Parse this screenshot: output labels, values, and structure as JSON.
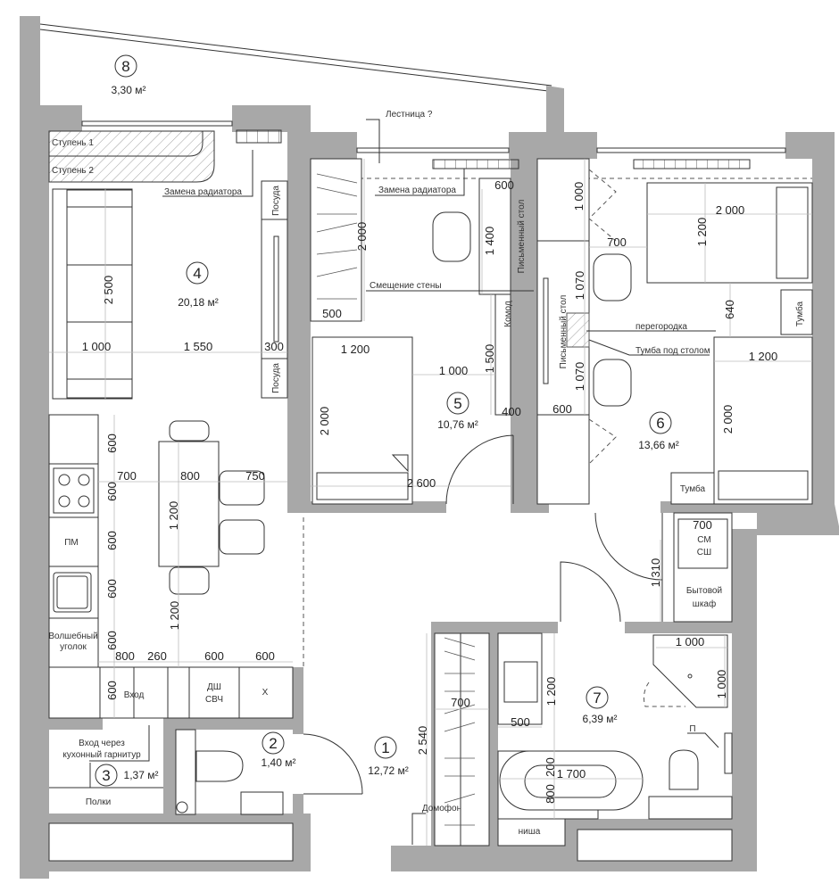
{
  "rooms": {
    "balcony": {
      "num": "8",
      "area": "3,30 м²"
    },
    "living": {
      "num": "4",
      "area": "20,18 м²"
    },
    "bedroom5": {
      "num": "5",
      "area": "10,76 м²"
    },
    "bedroom6": {
      "num": "6",
      "area": "13,66 м²"
    },
    "hall": {
      "num": "1",
      "area": "12,72 м²"
    },
    "wc": {
      "num": "2",
      "area": "1,40 м²"
    },
    "storage": {
      "num": "3",
      "area": "1,37 м²"
    },
    "bathroom": {
      "num": "7",
      "area": "6,39 м²"
    }
  },
  "annotations": {
    "stairs": "Лестница ?",
    "radiator_living": "Замена радиатора",
    "radiator_room5": "Замена радиатора",
    "wall_shift": "Смещение стены",
    "partition": "перегородка",
    "desk_cabinet": "Тумба под столом",
    "step1": "Ступень 1",
    "step2": "Ступень 2",
    "entry_via_kitchen_1": "Вход через",
    "entry_via_kitchen_2": "кухонный гарнитур",
    "intercom": "Домофон",
    "p_mark": "П"
  },
  "furniture": {
    "dishes_top": "Посуда",
    "dishes_bottom": "Посуда",
    "desk5": "Письменный стол",
    "dresser": "Комод",
    "desk6": "Письменный стол",
    "nightstand_top": "Тумба",
    "nightstand_bottom": "Тумба",
    "dishwasher": "ПМ",
    "magic_corner_1": "Волшебный",
    "magic_corner_2": "уголок",
    "entry": "Вход",
    "dw": "ДШ",
    "mw": "СВЧ",
    "fridge": "Х",
    "shelves": "Полки",
    "niche": "ниша",
    "washer": "СМ",
    "dryer": "СШ",
    "utility_1": "Бытовой",
    "utility_2": "шкаф"
  },
  "dims": {
    "living": [
      "2 500",
      "1 000",
      "1 550",
      "300"
    ],
    "kitchen": [
      "600",
      "600",
      "600",
      "600",
      "600",
      "600",
      "700",
      "800",
      "750",
      "1 200",
      "1 200",
      "800",
      "260",
      "600",
      "600"
    ],
    "room5": [
      "2 000",
      "500",
      "1 400",
      "600",
      "1 200",
      "2 000",
      "1 000",
      "1 500",
      "400",
      "2 600"
    ],
    "room6": [
      "1 000",
      "2 000",
      "1 200",
      "700",
      "1 070",
      "1 070",
      "640",
      "1 200",
      "2 000",
      "600"
    ],
    "hall": [
      "2 540",
      "1 310"
    ],
    "bathroom": [
      "700",
      "1 200",
      "500",
      "1 000",
      "1 000",
      "200",
      "1 700",
      "800",
      "700"
    ]
  }
}
